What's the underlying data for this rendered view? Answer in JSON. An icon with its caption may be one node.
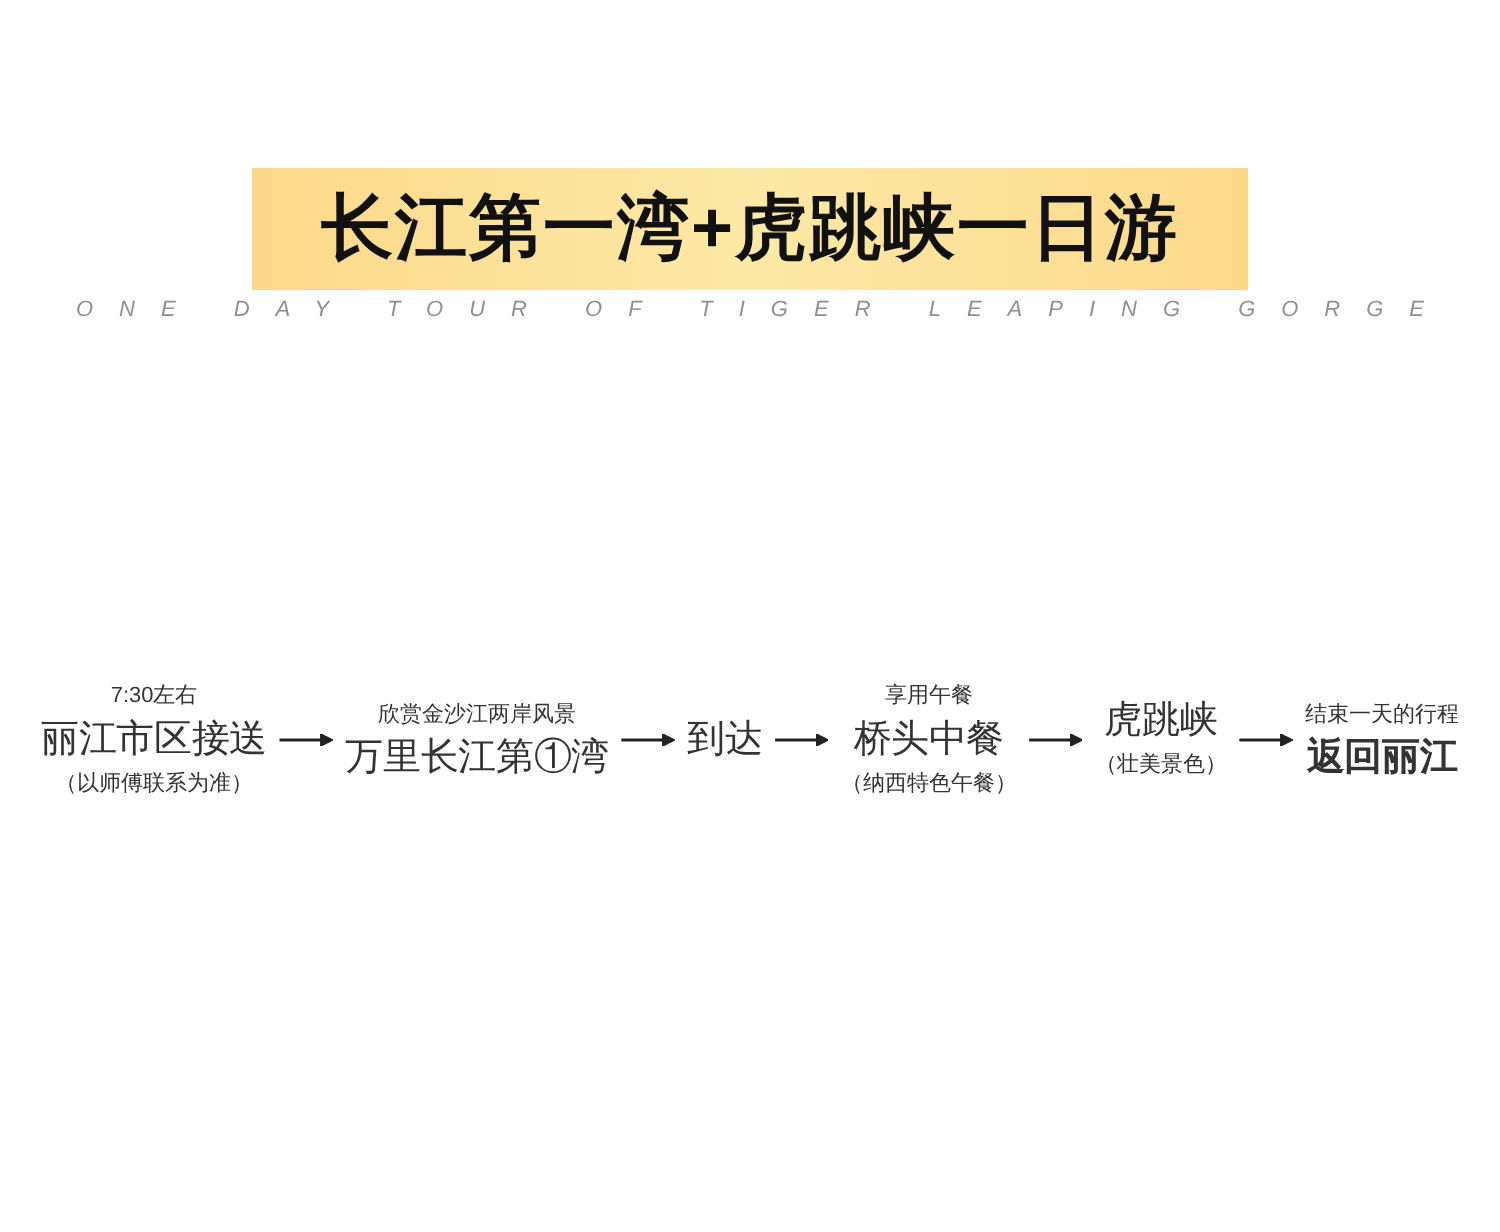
{
  "diagram": {
    "title": "长江第一湾+虎跳峡一日游",
    "nodes": [
      {
        "text": [
          "丽江市区接送"
        ],
        "beside": [
          "7:30左右",
          "（以师傅联系为准）"
        ]
      },
      {
        "text": [
          "万里长江第①湾"
        ],
        "beside": [
          "欣赏金沙江两岸风景"
        ]
      },
      {
        "text": [
          "到达"
        ]
      },
      {
        "text": [
          "桥头中餐"
        ],
        "beside": [
          "享用午餐",
          "（纳西特色午餐）"
        ]
      },
      {
        "text": [
          "虎跳峡"
        ],
        "beside": [
          "（壮美景色）"
        ]
      },
      {
        "text": [
          "返回丽江"
        ],
        "beside": [
          "结束一天的行程"
        ]
      }
    ],
    "edges": [
      {
        "from": 0,
        "to": 1,
        "arrow": "to"
      },
      {
        "from": 1,
        "to": 2,
        "arrow": "to"
      },
      {
        "from": 2,
        "to": 3,
        "arrow": "to"
      },
      {
        "from": 3,
        "to": 4,
        "arrow": "to"
      },
      {
        "from": 4,
        "to": 5,
        "arrow": "to"
      }
    ],
    "labels": [
      "ONE DAY TOUR OF TIGER LEAPING GORGE"
    ]
  }
}
